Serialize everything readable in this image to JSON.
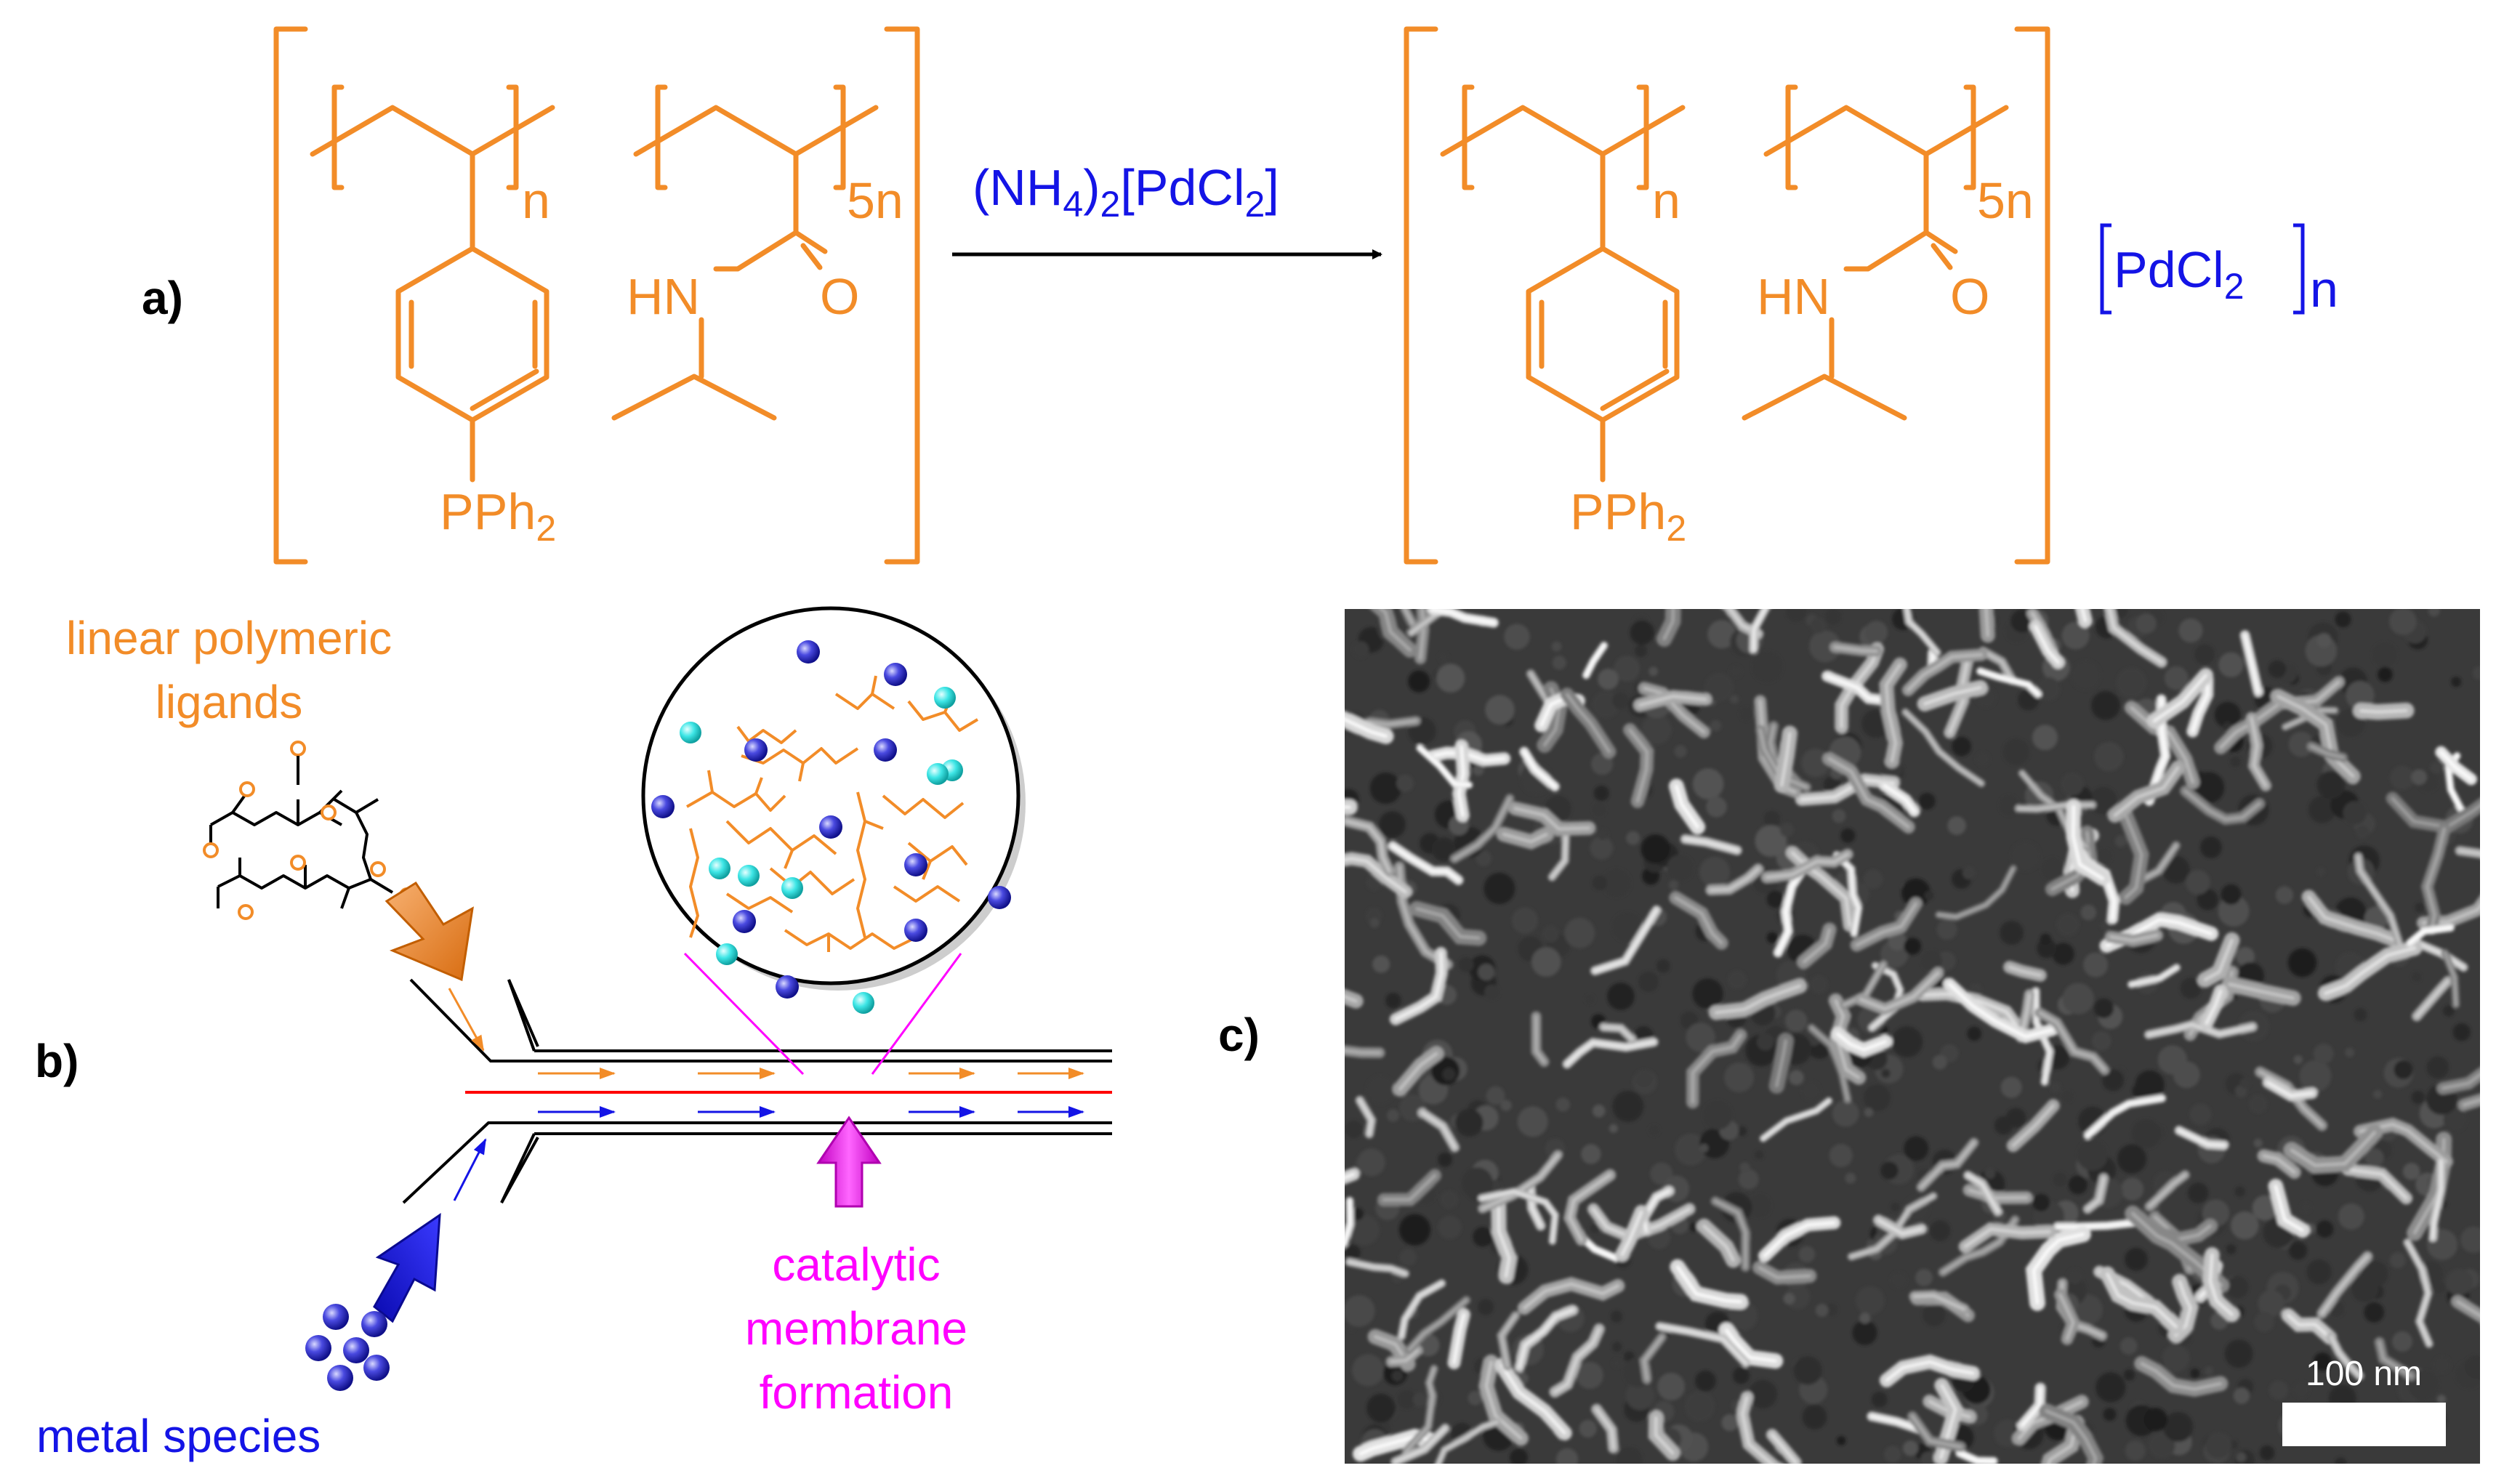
{
  "panels": {
    "a": "a)",
    "b": "b)",
    "c": "c)"
  },
  "colors": {
    "orange": "#F28C28",
    "blue": "#1414E6",
    "magenta": "#FF00FF",
    "cyan": "#39E6E6",
    "red": "#FF0000",
    "black": "#000000"
  },
  "scheme_a": {
    "reactant": {
      "index_n": "n",
      "index_5n": "5n",
      "hn": "HN",
      "o": "O",
      "pph_main": "PPh",
      "pph_sub": "2"
    },
    "reagent": {
      "open": "(NH",
      "sub4": "4",
      "close": ")",
      "sub2a": "2",
      "pdcl": "[PdCl",
      "sub2b": "2",
      "bracket": "]"
    },
    "product": {
      "index_n": "n",
      "index_5n": "5n",
      "hn": "HN",
      "o": "O",
      "pph_main": "PPh",
      "pph_sub": "2",
      "pdcl2_main": "PdCl",
      "pdcl2_sub": "2",
      "pdcl2_index": "n"
    }
  },
  "scheme_b": {
    "ligand_label_line1": "linear polymeric",
    "ligand_label_line2": "ligands",
    "metal_label": "metal species",
    "membrane_line1": "catalytic",
    "membrane_line2": "membrane",
    "membrane_line3": "formation"
  },
  "micrograph": {
    "scale_bar_label": "100 nm"
  }
}
